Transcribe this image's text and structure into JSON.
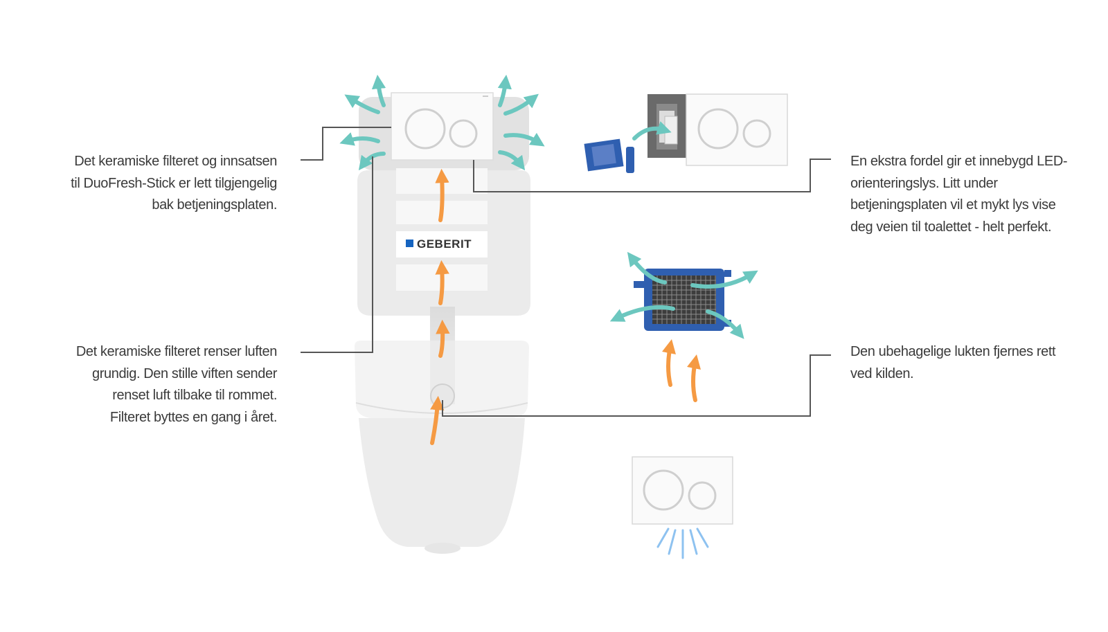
{
  "callouts": {
    "filter_access": "Det keramiske filteret og innsatsen til DuoFresh-Stick er lett tilgjengelig bak betjeningsplaten.",
    "filter_clean": "Det keramiske filteret renser luften grundig. Den stille viften sender renset luft tilbake til rommet. Filteret byttes en gang i året.",
    "led_light": "En ekstra fordel gir et innebygd LED-orienteringslys. Litt under betjeningsplaten vil et mykt lys vise deg veien til toalettet - helt perfekt.",
    "odor_removed": "Den ubehagelige lukten fjernes rett ved kilden."
  },
  "brand": {
    "name": "GEBERIT"
  },
  "colors": {
    "teal_arrow": "#6cc7bf",
    "orange_arrow": "#f59a43",
    "blue_light": "#8ec2f0",
    "module_blue": "#2f5fb0",
    "brand_blue": "#1664c0",
    "line": "#555555",
    "fixture": "#eeeeee"
  }
}
